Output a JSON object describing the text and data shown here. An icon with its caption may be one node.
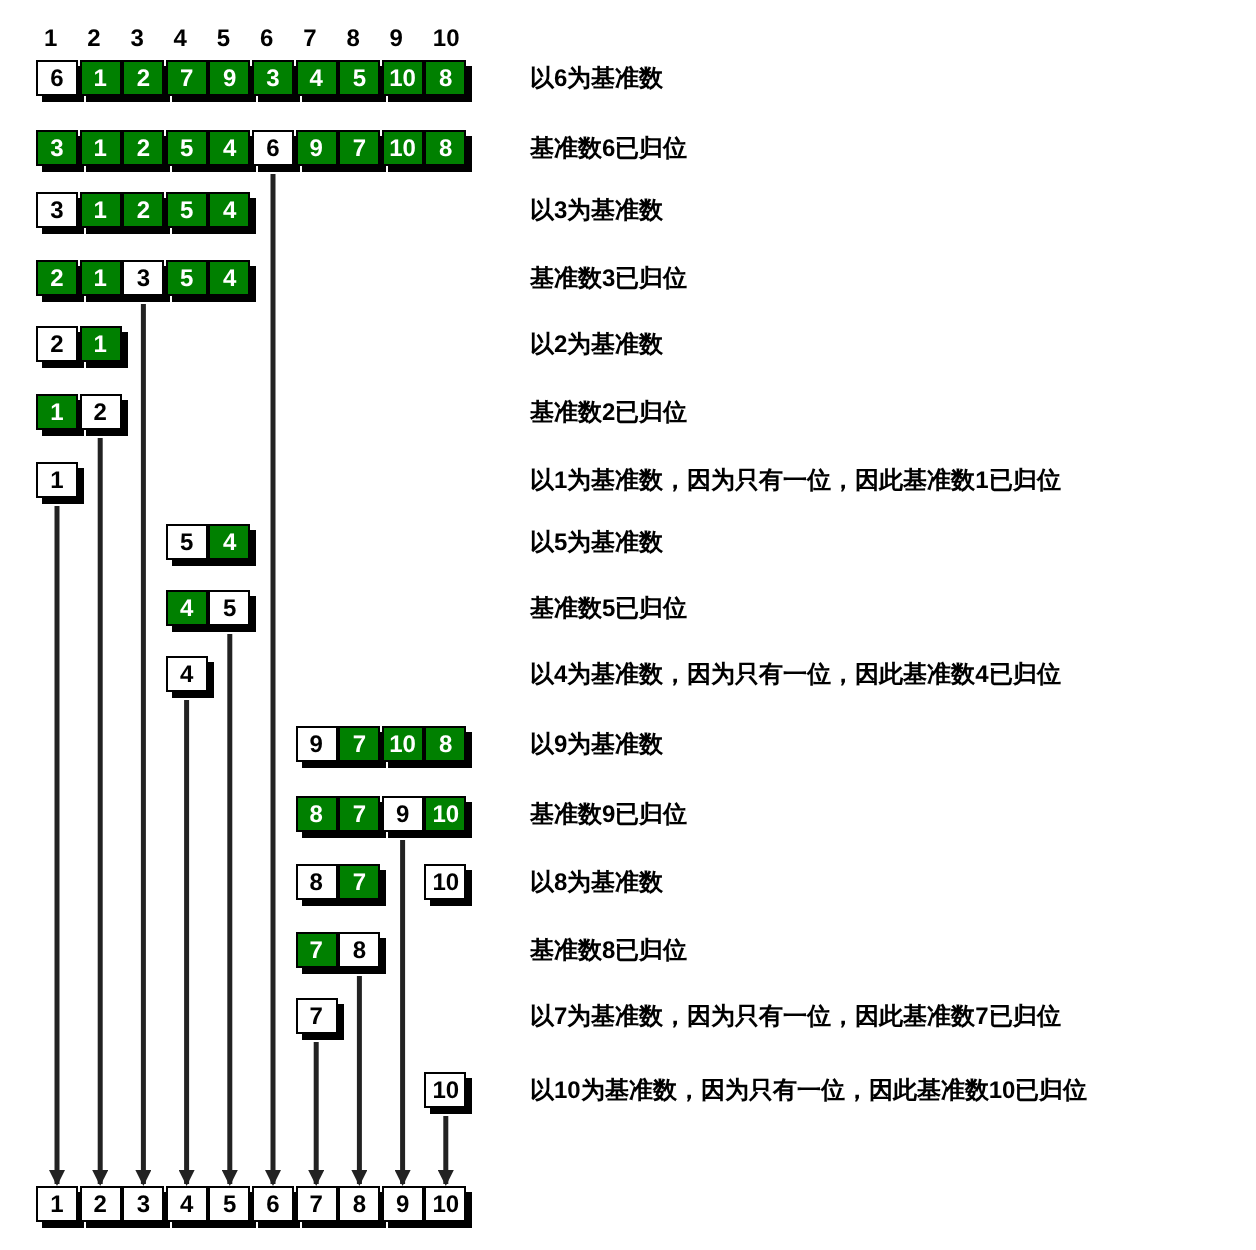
{
  "diagram": {
    "nodes": [
      {
        "text": [
          "6"
        ]
      },
      {
        "text": [
          "1"
        ]
      },
      {
        "text": [
          "2"
        ]
      },
      {
        "text": [
          "7"
        ]
      },
      {
        "text": [
          "9"
        ]
      },
      {
        "text": [
          "3"
        ]
      },
      {
        "text": [
          "4"
        ]
      },
      {
        "text": [
          "5"
        ]
      },
      {
        "text": [
          "10"
        ]
      },
      {
        "text": [
          "8"
        ]
      },
      {
        "text": [
          "3"
        ]
      },
      {
        "text": [
          "1"
        ]
      },
      {
        "text": [
          "2"
        ]
      },
      {
        "text": [
          "5"
        ]
      },
      {
        "text": [
          "4"
        ]
      },
      {
        "text": [
          "6"
        ]
      },
      {
        "text": [
          "9"
        ]
      },
      {
        "text": [
          "7"
        ]
      },
      {
        "text": [
          "10"
        ]
      },
      {
        "text": [
          "8"
        ]
      },
      {
        "text": [
          "3"
        ]
      },
      {
        "text": [
          "1"
        ]
      },
      {
        "text": [
          "2"
        ]
      },
      {
        "text": [
          "5"
        ]
      },
      {
        "text": [
          "4"
        ]
      },
      {
        "text": [
          "2"
        ]
      },
      {
        "text": [
          "1"
        ]
      },
      {
        "text": [
          "3"
        ]
      },
      {
        "text": [
          "5"
        ]
      },
      {
        "text": [
          "4"
        ]
      },
      {
        "text": [
          "2"
        ]
      },
      {
        "text": [
          "1"
        ]
      },
      {
        "text": [
          "1"
        ]
      },
      {
        "text": [
          "2"
        ]
      },
      {
        "text": [
          "1"
        ]
      },
      {
        "text": [
          "5"
        ]
      },
      {
        "text": [
          "4"
        ]
      },
      {
        "text": [
          "4"
        ]
      },
      {
        "text": [
          "5"
        ]
      },
      {
        "text": [
          "4"
        ]
      },
      {
        "text": [
          "9"
        ]
      },
      {
        "text": [
          "7"
        ]
      },
      {
        "text": [
          "10"
        ]
      },
      {
        "text": [
          "8"
        ]
      },
      {
        "text": [
          "8"
        ]
      },
      {
        "text": [
          "7"
        ]
      },
      {
        "text": [
          "9"
        ]
      },
      {
        "text": [
          "10"
        ]
      },
      {
        "text": [
          "8"
        ]
      },
      {
        "text": [
          "7"
        ]
      },
      {
        "text": [
          "10"
        ]
      },
      {
        "text": [
          "7"
        ]
      },
      {
        "text": [
          "8"
        ]
      },
      {
        "text": [
          "7"
        ]
      },
      {
        "text": [
          "10"
        ]
      },
      {
        "text": [
          "1"
        ]
      },
      {
        "text": [
          "2"
        ]
      },
      {
        "text": [
          "3"
        ]
      },
      {
        "text": [
          "4"
        ]
      },
      {
        "text": [
          "5"
        ]
      },
      {
        "text": [
          "6"
        ]
      },
      {
        "text": [
          "7"
        ]
      },
      {
        "text": [
          "8"
        ]
      },
      {
        "text": [
          "9"
        ]
      },
      {
        "text": [
          "10"
        ]
      }
    ],
    "edges": [
      {
        "from": 34,
        "to": 55,
        "arrow": "to"
      },
      {
        "from": 33,
        "to": 56,
        "arrow": "to"
      },
      {
        "from": 27,
        "to": 57,
        "arrow": "to"
      },
      {
        "from": 39,
        "to": 58,
        "arrow": "to"
      },
      {
        "from": 38,
        "to": 59,
        "arrow": "to"
      },
      {
        "from": 15,
        "to": 60,
        "arrow": "to"
      },
      {
        "from": 53,
        "to": 61,
        "arrow": "to"
      },
      {
        "from": 52,
        "to": 62,
        "arrow": "to"
      },
      {
        "from": 46,
        "to": 63,
        "arrow": "to"
      },
      {
        "from": 54,
        "to": 64,
        "arrow": "to"
      }
    ],
    "labels": [
      "1",
      "2",
      "3",
      "4",
      "5",
      "6",
      "7",
      "8",
      "9",
      "10",
      "以6为基准数",
      "基准数6已归位",
      "以3为基准数",
      "基准数3已归位",
      "以2为基准数",
      "基准数2已归位",
      "以1为基准数，因为只有一位，因此基准数1已归位",
      "以5为基准数",
      "基准数5已归位",
      "以4为基准数，因为只有一位，因此基准数4已归位",
      "以9为基准数",
      "基准数9已归位",
      "以8为基准数",
      "基准数8已归位",
      "以7为基准数，因为只有一位，因此基准数7已归位",
      "以10为基准数，因为只有一位，因此基准数10已归位"
    ]
  }
}
